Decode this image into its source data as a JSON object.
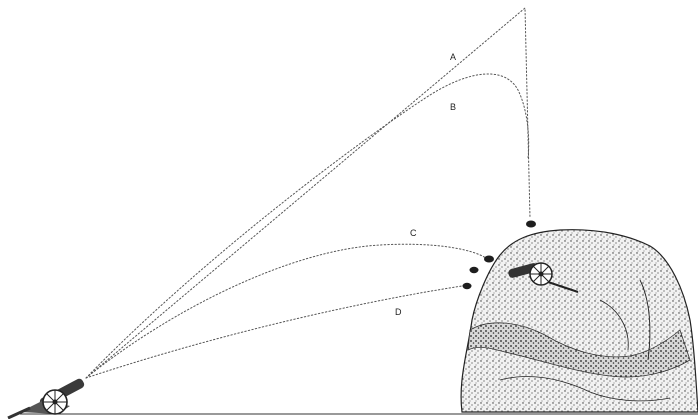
{
  "trajectories": [
    {
      "id": "A",
      "label": "A"
    },
    {
      "id": "B",
      "label": "B"
    },
    {
      "id": "C",
      "label": "C"
    },
    {
      "id": "D",
      "label": "D"
    }
  ],
  "icons": {
    "firing_cannon": "cannon-icon",
    "target_cannon": "cannon-icon",
    "hill": "hill-icon",
    "cannonball": "cannonball-icon"
  },
  "colors": {
    "trajectory": "#555555",
    "ink": "#222222",
    "background": "#ffffff"
  }
}
